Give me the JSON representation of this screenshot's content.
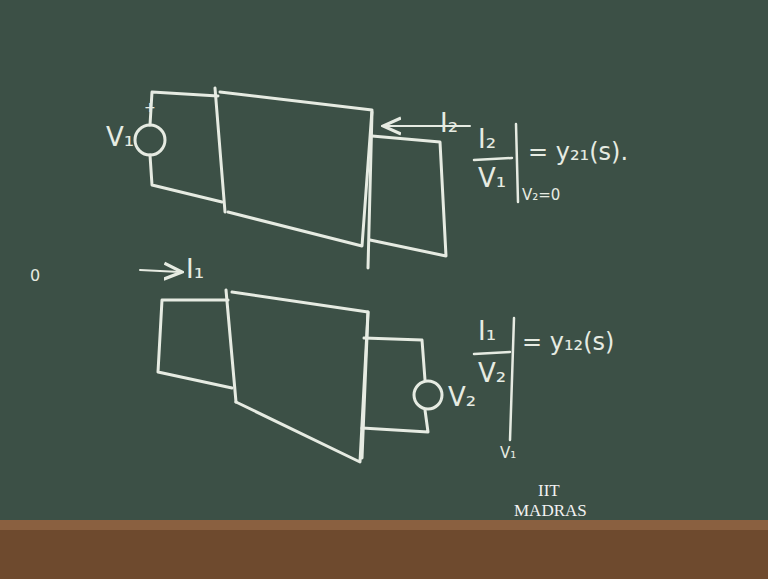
{
  "diagram": {
    "labels": [
      "+",
      "V₁",
      "I₂",
      "I₂",
      "V₁",
      "V₂=0",
      "= y₂₁(s).",
      "0",
      "I₁",
      "I₁",
      "V₂",
      "= y₁₂(s)",
      "V₁",
      "V₂",
      "IIT",
      "MADRAS"
    ]
  }
}
